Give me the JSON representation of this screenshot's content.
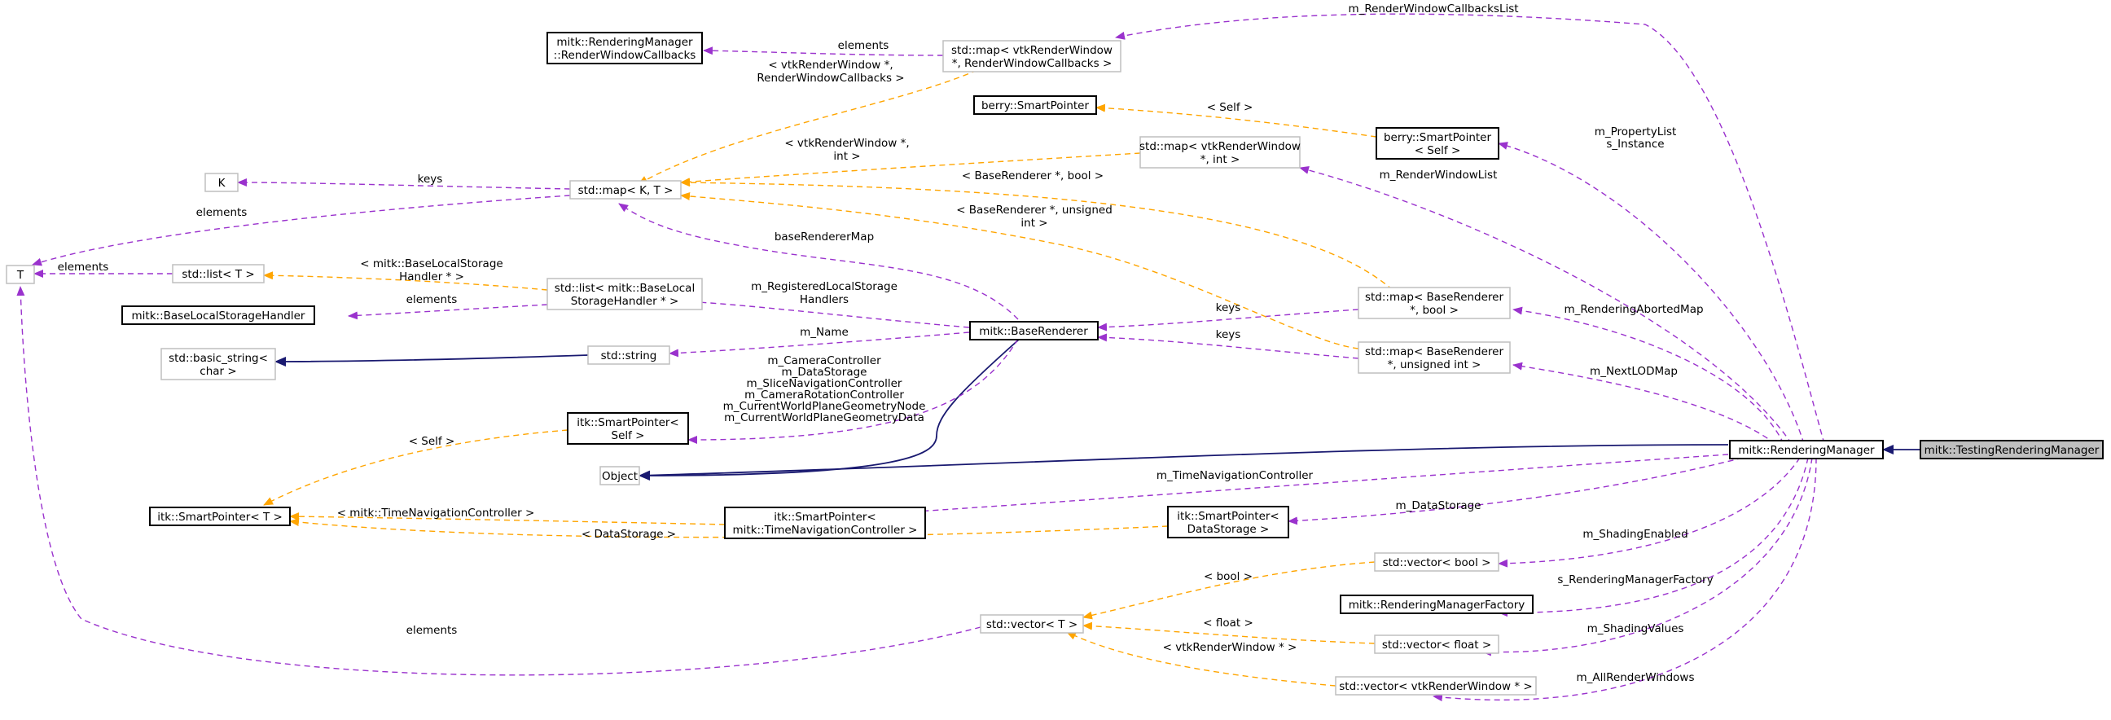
{
  "nodes": {
    "testing": "mitk::TestingRenderingManager",
    "rm": "mitk::RenderingManager",
    "base_renderer": "mitk::BaseRenderer",
    "object": "Object",
    "T": "T",
    "K": "K",
    "std_map_kt": "std::map< K, T >",
    "std_list_t": "std::list< T >",
    "base_local_handler": "mitk::BaseLocalStorageHandler",
    "std_list_blsh": [
      "std::list< mitk::BaseLocal",
      "StorageHandler * >"
    ],
    "std_basic_string": [
      "std::basic_string<",
      "char >"
    ],
    "std_string": "std::string",
    "rwc": [
      "mitk::RenderingManager",
      "::RenderWindowCallbacks"
    ],
    "map_rwc": [
      "std::map< vtkRenderWindow",
      "*, RenderWindowCallbacks >"
    ],
    "berry_sp": "berry::SmartPointer",
    "berry_sp_self": [
      "berry::SmartPointer",
      "< Self >"
    ],
    "map_rw_int": [
      "std::map< vtkRenderWindow",
      "*, int >"
    ],
    "map_br_bool": [
      "std::map< BaseRenderer",
      "*, bool >"
    ],
    "map_br_uint": [
      "std::map< BaseRenderer",
      "*, unsigned int >"
    ],
    "itk_sp_self": [
      "itk::SmartPointer<",
      "Self >"
    ],
    "itk_sp_t": "itk::SmartPointer< T >",
    "itk_sp_tnc": [
      "itk::SmartPointer<",
      "mitk::TimeNavigationController >"
    ],
    "itk_sp_ds": [
      "itk::SmartPointer<",
      "DataStorage >"
    ],
    "vec_t": "std::vector< T >",
    "vec_bool": "std::vector< bool >",
    "rm_factory": "mitk::RenderingManagerFactory",
    "vec_float": "std::vector< float >",
    "vec_rw": "std::vector< vtkRenderWindow * >"
  },
  "edge_labels": {
    "rwc_list": "m_RenderWindowCallbacksList",
    "elements_rwc": "elements",
    "tmpl_rw_rwc": [
      "< vtkRenderWindow *,",
      "RenderWindowCallbacks >"
    ],
    "self": "< Self >",
    "tmpl_rw_int": [
      "< vtkRenderWindow *,",
      "int >"
    ],
    "keys_k": "keys",
    "elements_map": "elements",
    "tmpl_br_bool": "< BaseRenderer *, bool >",
    "tmpl_br_uint": [
      "< BaseRenderer *, unsigned",
      "int >"
    ],
    "base_renderer_map": "baseRendererMap",
    "elements_list": "elements",
    "tmpl_blsh": [
      "< mitk::BaseLocalStorage",
      "Handler * >"
    ],
    "elements_blsh": "elements",
    "registered": [
      "m_RegisteredLocalStorage",
      "Handlers"
    ],
    "keys_bool": "keys",
    "keys_uint": "keys",
    "m_name": "m_Name",
    "br_members": [
      "m_CameraController",
      "m_DataStorage",
      "m_SliceNavigationController",
      "m_CameraRotationController",
      "m_CurrentWorldPlaneGeometryNode",
      "m_CurrentWorldPlaneGeometryData"
    ],
    "itk_self": "< Self >",
    "property_list": [
      "m_PropertyList",
      "s_Instance"
    ],
    "rw_list": "m_RenderWindowList",
    "aborted": "m_RenderingAbortedMap",
    "next_lod": "m_NextLODMap",
    "tnc": "m_TimeNavigationController",
    "tmpl_tnc": "< mitk::TimeNavigationController >",
    "data_storage": "m_DataStorage",
    "tmpl_ds": "< DataStorage >",
    "shading_enabled": "m_ShadingEnabled",
    "tmpl_bool": "< bool >",
    "factory": "s_RenderingManagerFactory",
    "tmpl_float": "< float >",
    "shading_values": "m_ShadingValues",
    "tmpl_rw": "< vtkRenderWindow * >",
    "all_rw": "m_AllRenderWindows",
    "elements_vec": "elements"
  },
  "colors": {
    "usage": "#9a32cd",
    "template": "#ffa500",
    "inherit": "#191970",
    "node_border_gray": "#bfbfbf",
    "selected_fill": "#bfbfbf"
  }
}
